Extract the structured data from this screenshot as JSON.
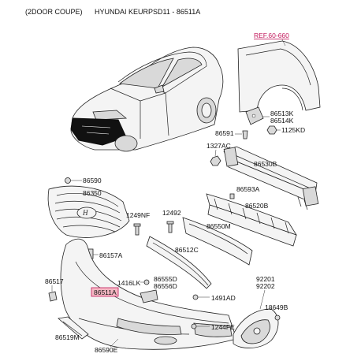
{
  "header": {
    "variant": "(2DOOR COUPE)",
    "title": "HYUNDAI KEURPSD11 - 86511A"
  },
  "reference": {
    "label": "REF.60-660"
  },
  "parts": {
    "p86513K": "86513K",
    "p86514K": "86514K",
    "p86591": "86591",
    "p1125KD": "1125KD",
    "p1327AC": "1327AC",
    "p86530B": "86530B",
    "p86590": "86590",
    "p86350": "86350",
    "p86593A": "86593A",
    "p86520B": "86520B",
    "p1249NF": "1249NF",
    "p12492": "12492",
    "p86550M": "86550M",
    "p86157A": "86157A",
    "p86512C": "86512C",
    "p86517": "86517",
    "p1416LK": "1416LK",
    "p86555D": "86555D",
    "p86556D": "86556D",
    "p86511A": "86511A",
    "p1491AD": "1491AD",
    "p92201": "92201",
    "p92202": "92202",
    "p18649B": "18649B",
    "p1244FE": "1244FE",
    "p86519M": "86519M",
    "p86590E": "86590E"
  },
  "colors": {
    "highlight_fill": "#f5b8c4",
    "highlight_border": "#c2185b",
    "reference_text": "#c2185b",
    "car_grille": "#111111"
  }
}
